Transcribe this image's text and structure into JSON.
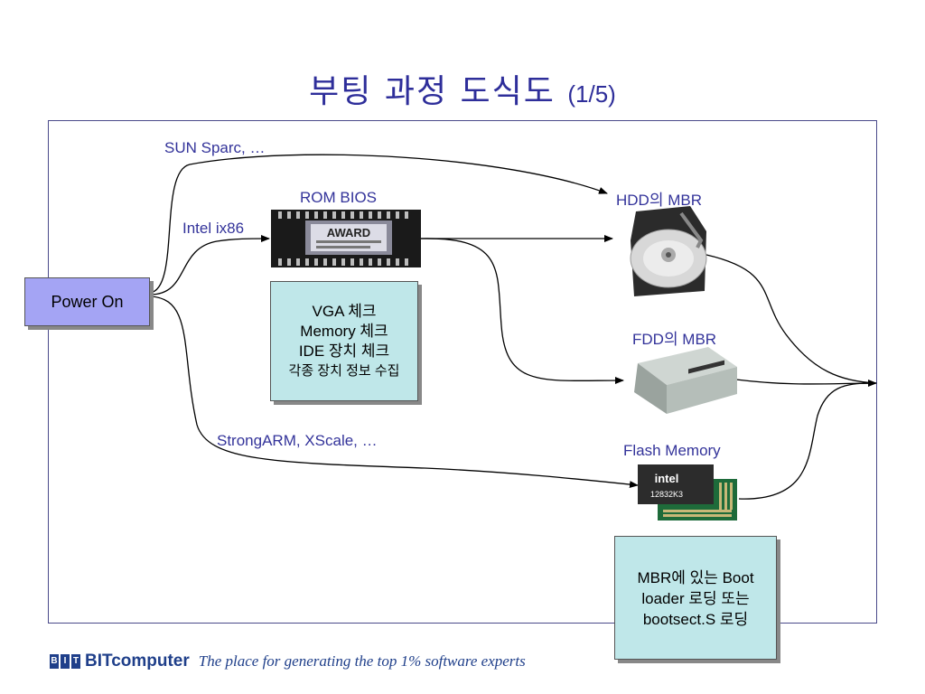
{
  "title": {
    "main": "부팅 과정 도식도",
    "sub": "(1/5)"
  },
  "nodes": {
    "power_on": "Power On",
    "rom_bios": "ROM BIOS",
    "hdd_mbr": "HDD의 MBR",
    "fdd_mbr": "FDD의 MBR",
    "flash_memory": "Flash Memory"
  },
  "bios_checks": [
    "VGA 체크",
    "Memory 체크",
    "IDE 장치 체크",
    "각종 장치 정보 수집"
  ],
  "paths": {
    "sun": "SUN Sparc, …",
    "intel": "Intel ix86",
    "arm": "StrongARM, XScale, …"
  },
  "mbr_note": [
    "MBR에 있는 Boot",
    "loader 로딩 또는",
    "bootsect.S 로딩"
  ],
  "chip_labels": {
    "bios_chip": "AWARD",
    "flash_brand": "intel",
    "flash_model": "12832K3"
  },
  "footer": {
    "logo_letters": [
      "B",
      "I",
      "T"
    ],
    "company": "BITcomputer",
    "slogan": "The place for generating the top 1% software experts"
  },
  "colors": {
    "title": "#2e2e9a",
    "label": "#33339a",
    "power_box": "#a4a4f4",
    "note_box": "#bfe7e9",
    "brand": "#1f3f8a"
  }
}
